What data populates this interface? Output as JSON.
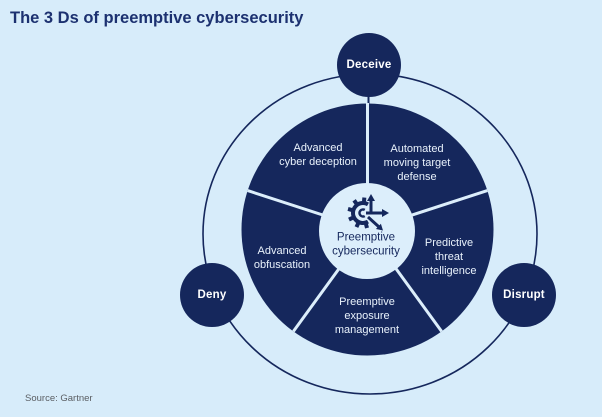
{
  "title": "The 3 Ds of preemptive cybersecurity",
  "source_note": "Source: Gartner",
  "center": {
    "label": "Preemptive\ncybersecurity",
    "icon": "gear-arrows-icon"
  },
  "ring_nodes": [
    {
      "id": "deceive",
      "label": "Deceive"
    },
    {
      "id": "deny",
      "label": "Deny"
    },
    {
      "id": "disrupt",
      "label": "Disrupt"
    }
  ],
  "segments": [
    {
      "id": "advanced-cyber-deception",
      "label": "Advanced\ncyber deception"
    },
    {
      "id": "automated-moving-target-defense",
      "label": "Automated\nmoving target\ndefense"
    },
    {
      "id": "predictive-threat-intelligence",
      "label": "Predictive\nthreat\nintelligence"
    },
    {
      "id": "preemptive-exposure-management",
      "label": "Preemptive\nexposure\nmanagement"
    },
    {
      "id": "advanced-obfuscation",
      "label": "Advanced\nobfuscation"
    }
  ],
  "colors": {
    "background": "#d7ecfa",
    "navy": "#15275c",
    "hole_light": "#dceefb",
    "segment_text": "#e9f2fc",
    "title_text": "#1c3170",
    "source_text": "#5a5e63"
  }
}
